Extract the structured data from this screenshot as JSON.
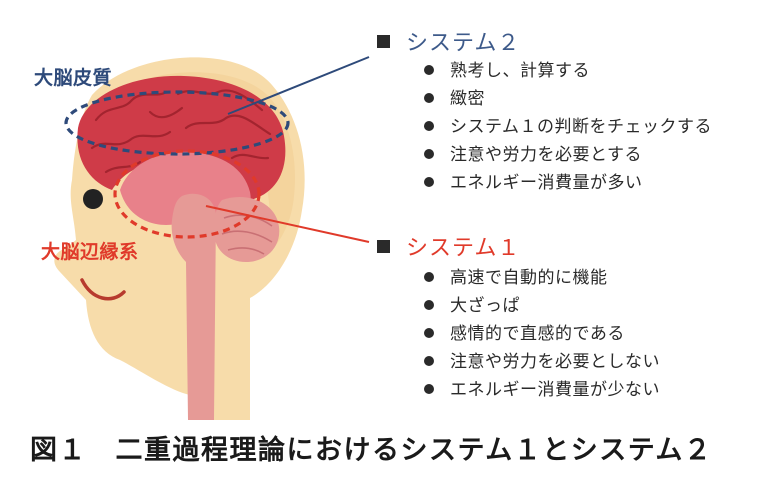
{
  "labels": {
    "cortex": "大脳皮質",
    "limbic": "大脳辺縁系"
  },
  "system2": {
    "title": "システム２",
    "items": [
      "熟考し、計算する",
      "緻密",
      "システム１の判断をチェックする",
      "注意や労力を必要とする",
      "エネルギー消費量が多い"
    ]
  },
  "system1": {
    "title": "システム１",
    "items": [
      "高速で自動的に機能",
      "大ざっぱ",
      "感情的で直感的である",
      "注意や労力を必要としない",
      "エネルギー消費量が少ない"
    ]
  },
  "caption": "図１　二重過程理論におけるシステム１とシステム２",
  "colors": {
    "cortex_accent": "#2e4a7a",
    "limbic_accent": "#e03a2a",
    "skin": "#f7dcaa",
    "brain": "#cf3b48",
    "brainstem": "#e69a96"
  }
}
